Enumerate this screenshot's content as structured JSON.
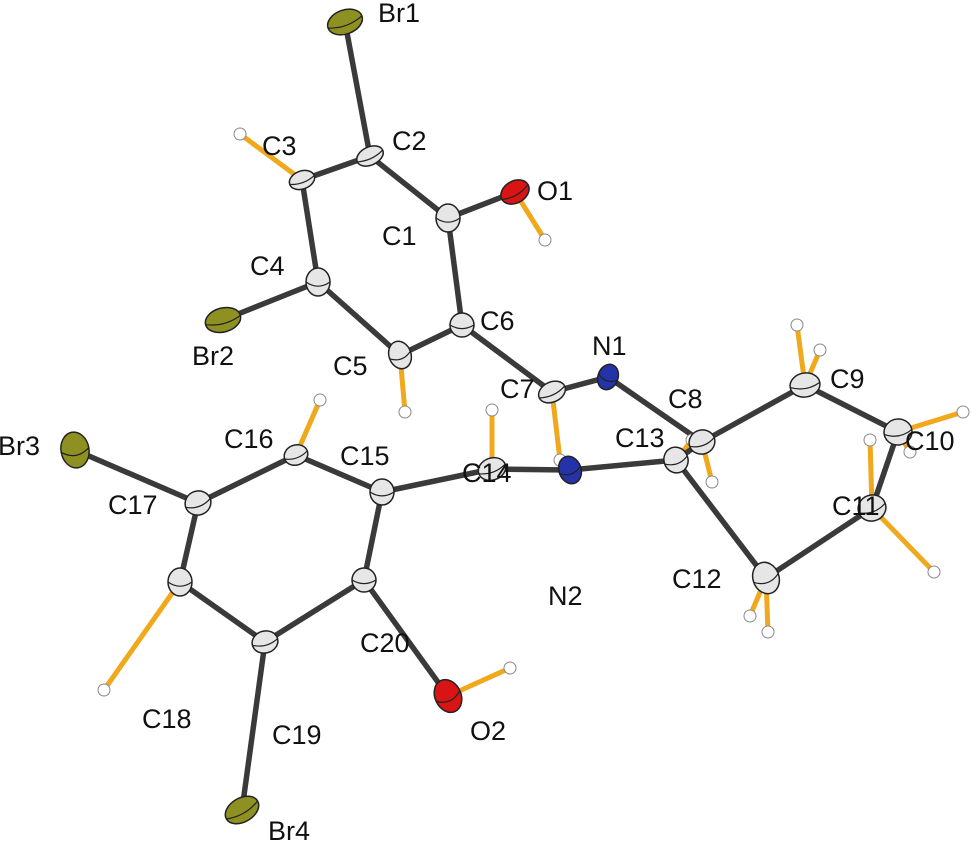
{
  "title": "Molecular structure",
  "colors": {
    "C": "#e6e6e6",
    "Br": "#8e9122",
    "O": "#d81414",
    "N": "#2433a8",
    "H": "#ffffff",
    "bond": "#3a3a3a",
    "hbond": "#f0a81c"
  },
  "atoms": [
    {
      "label": "Br1",
      "element": "Br"
    },
    {
      "label": "C1",
      "element": "C"
    },
    {
      "label": "C2",
      "element": "C"
    },
    {
      "label": "C3",
      "element": "C"
    },
    {
      "label": "O1",
      "element": "O"
    },
    {
      "label": "C4",
      "element": "C"
    },
    {
      "label": "Br2",
      "element": "Br"
    },
    {
      "label": "C5",
      "element": "C"
    },
    {
      "label": "C6",
      "element": "C"
    },
    {
      "label": "N1",
      "element": "N"
    },
    {
      "label": "C7",
      "element": "C"
    },
    {
      "label": "C8",
      "element": "C"
    },
    {
      "label": "C9",
      "element": "C"
    },
    {
      "label": "C10",
      "element": "C"
    },
    {
      "label": "C11",
      "element": "C"
    },
    {
      "label": "C12",
      "element": "C"
    },
    {
      "label": "C13",
      "element": "C"
    },
    {
      "label": "N2",
      "element": "N"
    },
    {
      "label": "C14",
      "element": "C"
    },
    {
      "label": "C15",
      "element": "C"
    },
    {
      "label": "C16",
      "element": "C"
    },
    {
      "label": "Br3",
      "element": "Br"
    },
    {
      "label": "C17",
      "element": "C"
    },
    {
      "label": "C18",
      "element": "C"
    },
    {
      "label": "C19",
      "element": "C"
    },
    {
      "label": "C20",
      "element": "C"
    },
    {
      "label": "O2",
      "element": "O"
    },
    {
      "label": "Br4",
      "element": "Br"
    }
  ],
  "bonds": [
    [
      "Br1",
      "C2"
    ],
    [
      "C2",
      "C3"
    ],
    [
      "C2",
      "C1"
    ],
    [
      "C3",
      "C4"
    ],
    [
      "C4",
      "Br2"
    ],
    [
      "C4",
      "C5"
    ],
    [
      "C5",
      "C6"
    ],
    [
      "C6",
      "C1"
    ],
    [
      "C1",
      "O1"
    ],
    [
      "C6",
      "C7"
    ],
    [
      "C7",
      "N1"
    ],
    [
      "N1",
      "C8"
    ],
    [
      "C8",
      "C9"
    ],
    [
      "C9",
      "C10"
    ],
    [
      "C10",
      "C11"
    ],
    [
      "C11",
      "C12"
    ],
    [
      "C12",
      "C13"
    ],
    [
      "C13",
      "C8"
    ],
    [
      "C13",
      "N2"
    ],
    [
      "N2",
      "C14"
    ],
    [
      "C14",
      "C15"
    ],
    [
      "C15",
      "C16"
    ],
    [
      "C16",
      "C17"
    ],
    [
      "C17",
      "Br3"
    ],
    [
      "C17",
      "C18"
    ],
    [
      "C18",
      "C19"
    ],
    [
      "C19",
      "Br4"
    ],
    [
      "C19",
      "C20"
    ],
    [
      "C20",
      "C15"
    ],
    [
      "C20",
      "O2"
    ]
  ]
}
